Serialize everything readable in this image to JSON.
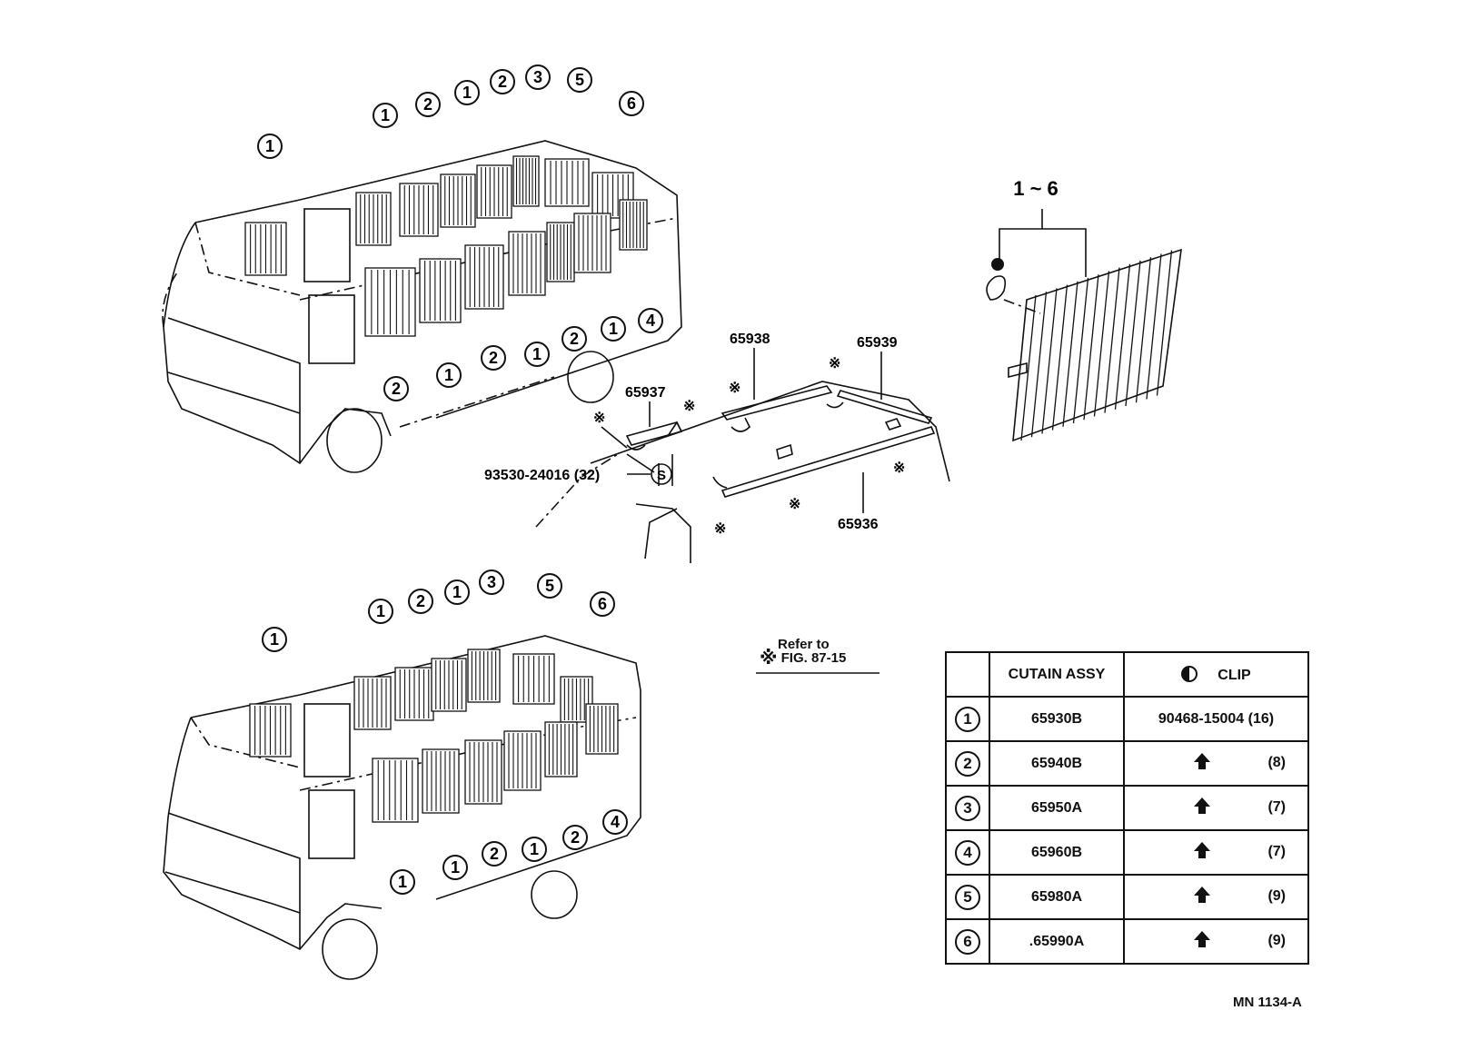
{
  "diagram": {
    "callouts_upper_bus": [
      "1",
      "1",
      "2",
      "1",
      "2",
      "3",
      "5",
      "6",
      "2",
      "1",
      "2",
      "1",
      "2",
      "1",
      "4"
    ],
    "callouts_lower_bus": [
      "1",
      "1",
      "2",
      "1",
      "3",
      "5",
      "6",
      "1",
      "1",
      "2",
      "1",
      "2",
      "4"
    ],
    "callouts_detail": {
      "range": "1 ~ 6"
    },
    "roof_parts": {
      "p65937": "65937",
      "p65938": "65938",
      "p65939": "65939",
      "p65936": "65936",
      "screw": "93530-24016 (32)",
      "screw_mark": "S",
      "ref_mark": "※"
    },
    "ref_note": {
      "mark": "※",
      "line1": "Refer to",
      "line2": "FIG. 87-15"
    },
    "fig_code": "MN 1134-A"
  },
  "table": {
    "headers": {
      "col_assy": "CUTAIN ASSY",
      "col_clip": "CLIP"
    },
    "rows": [
      {
        "key": "1",
        "part": "65930B",
        "clip": "90468-15004 (16)",
        "arrow": false,
        "qty": ""
      },
      {
        "key": "2",
        "part": "65940B",
        "clip": "",
        "arrow": true,
        "qty": "(8)"
      },
      {
        "key": "3",
        "part": "65950A",
        "clip": "",
        "arrow": true,
        "qty": "(7)"
      },
      {
        "key": "4",
        "part": "65960B",
        "clip": "",
        "arrow": true,
        "qty": "(7)"
      },
      {
        "key": "5",
        "part": "65980A",
        "clip": "",
        "arrow": true,
        "qty": "(9)"
      },
      {
        "key": "6",
        "part": ".65990A",
        "clip": "",
        "arrow": true,
        "qty": "(9)"
      }
    ]
  }
}
